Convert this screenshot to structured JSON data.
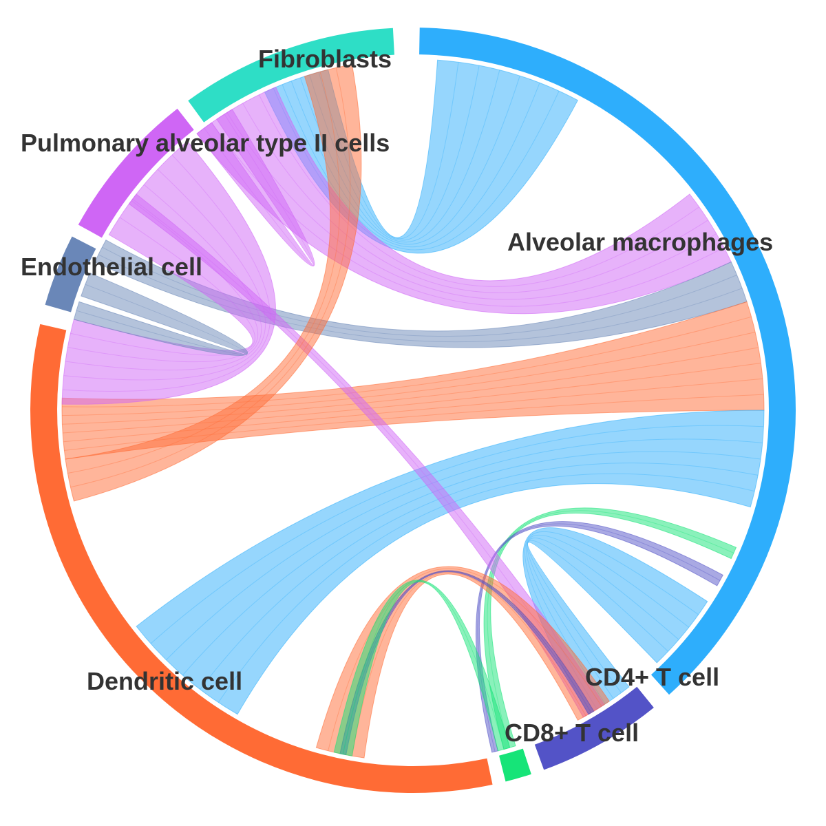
{
  "cell_types": [
    {
      "id": "alveolar-macrophages",
      "label": "Alveolar macrophages",
      "color": "#2eaefc"
    },
    {
      "id": "cd4-t-cell",
      "label": "CD4+ T cell",
      "color": "#5353c7"
    },
    {
      "id": "cd8-t-cell",
      "label": "CD8+ T cell",
      "color": "#16e478"
    },
    {
      "id": "dendritic-cell",
      "label": "Dendritic cell",
      "color": "#ff6b35"
    },
    {
      "id": "endothelial-cell",
      "label": "Endothelial cell",
      "color": "#6a87b8"
    },
    {
      "id": "pulmonary-alveolar-type-ii-cells",
      "label": "Pulmonary alveolar type II cells",
      "color": "#cf66f5"
    },
    {
      "id": "fibroblasts",
      "label": "Fibroblasts",
      "color": "#2edec6"
    }
  ],
  "links": [
    {
      "source": "alveolar-macrophages",
      "target": "fibroblasts"
    },
    {
      "source": "pulmonary-alveolar-type-ii-cells",
      "target": "alveolar-macrophages"
    },
    {
      "source": "endothelial-cell",
      "target": "alveolar-macrophages"
    },
    {
      "source": "dendritic-cell",
      "target": "alveolar-macrophages"
    },
    {
      "source": "alveolar-macrophages",
      "target": "dendritic-cell"
    },
    {
      "source": "cd8-t-cell",
      "target": "alveolar-macrophages"
    },
    {
      "source": "cd4-t-cell",
      "target": "alveolar-macrophages"
    },
    {
      "source": "alveolar-macrophages",
      "target": "cd4-t-cell"
    },
    {
      "source": "pulmonary-alveolar-type-ii-cells",
      "target": "cd4-t-cell"
    },
    {
      "source": "dendritic-cell",
      "target": "cd4-t-cell"
    },
    {
      "source": "cd4-t-cell",
      "target": "dendritic-cell"
    },
    {
      "source": "cd8-t-cell",
      "target": "dendritic-cell"
    },
    {
      "source": "dendritic-cell",
      "target": "fibroblasts"
    },
    {
      "source": "pulmonary-alveolar-type-ii-cells",
      "target": "dendritic-cell"
    },
    {
      "source": "endothelial-cell",
      "target": "dendritic-cell"
    },
    {
      "source": "pulmonary-alveolar-type-ii-cells",
      "target": "fibroblasts"
    }
  ]
}
